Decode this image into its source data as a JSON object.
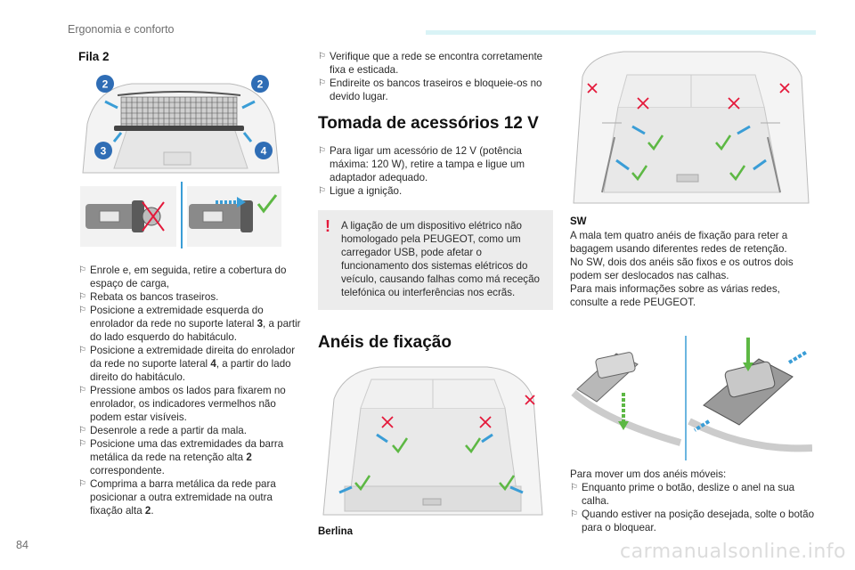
{
  "header": {
    "section": "Ergonomia e conforto"
  },
  "page_number": "84",
  "footer_url": "carmanualsonline.info",
  "col1": {
    "title": "Fila 2",
    "callouts": [
      "2",
      "2",
      "3",
      "4"
    ],
    "steps": [
      {
        "pre": "Enrole e, em seguida, retire a cobertura do espaço de carga,",
        "num": "",
        "post": ""
      },
      {
        "pre": "Rebata os bancos traseiros.",
        "num": "",
        "post": ""
      },
      {
        "pre": "Posicione a extremidade esquerda do enrolador da rede no suporte lateral ",
        "num": "3",
        "post": ", a partir do lado esquerdo do habitáculo."
      },
      {
        "pre": "Posicione a extremidade direita do enrolador da rede no suporte lateral ",
        "num": "4",
        "post": ", a partir do lado direito do habitáculo."
      },
      {
        "pre": "Pressione ambos os lados para fixarem no enrolador, os indicadores vermelhos não podem estar visíveis.",
        "num": "",
        "post": ""
      },
      {
        "pre": "Desenrole a rede a partir da mala.",
        "num": "",
        "post": ""
      },
      {
        "pre": "Posicione uma das extremidades da barra metálica da rede na retenção alta ",
        "num": "2",
        "post": " correspondente."
      },
      {
        "pre": "Comprima a barra metálica da rede para posicionar a outra extremidade na outra fixação alta ",
        "num": "2",
        "post": "."
      }
    ]
  },
  "col2": {
    "steps": [
      "Verifique que a rede se encontra corretamente fixa e esticada.",
      "Endireite os bancos traseiros e bloqueie-os no devido lugar."
    ],
    "section1_title": "Tomada de acessórios 12 V",
    "section1_steps": [
      "Para ligar um acessório de 12 V (potência máxima: 120 W), retire a tampa e ligue um adaptador adequado.",
      "Ligue a ignição."
    ],
    "warning": "A ligação de um dispositivo elétrico não homologado pela PEUGEOT, como um carregador USB, pode afetar o funcionamento dos sistemas elétricos do veículo, causando falhas como má receção telefónica ou interferências nos ecrãs.",
    "section2_title": "Anéis de fixação",
    "caption": "Berlina"
  },
  "col3": {
    "sw_title": "SW",
    "sw_text": [
      "A mala tem quatro anéis de fixação para reter a bagagem usando diferentes redes de retenção.",
      "No SW, dois dos anéis são fixos e os outros dois podem ser deslocados nas calhas.",
      "Para mais informações sobre as várias redes, consulte a rede PEUGEOT."
    ],
    "move_intro": "Para mover um dos anéis móveis:",
    "move_steps": [
      "Enquanto prime o botão, deslize o anel na sua calha.",
      "Quando estiver na posição desejada, solte o botão para o bloquear."
    ]
  },
  "colors": {
    "accent_blue": "#3a9dd6",
    "teal_header": "#d9f3f6",
    "cross_red": "#e4183a",
    "check_green": "#5db844",
    "badge_blue": "#2f6db5"
  },
  "icons": {
    "bullet": "flag-bullet-icon",
    "warning": "exclamation-icon",
    "check": "check-icon",
    "cross": "cross-icon"
  }
}
